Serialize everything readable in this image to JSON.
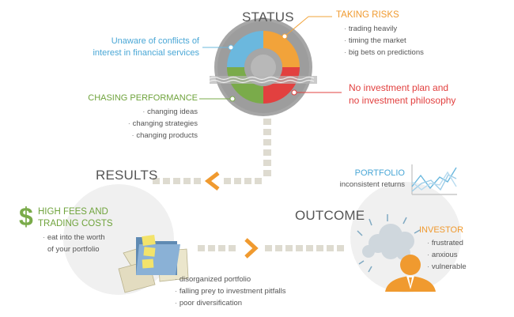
{
  "colors": {
    "blue": "#6bb8de",
    "orange": "#f2a33a",
    "red": "#e2403f",
    "green": "#7aab4a",
    "gray": "#a6a6a6",
    "dark_gray": "#8d8d8d",
    "circle_bg": "#f0f0f0",
    "dot_path": "#dedbd0",
    "arrow": "#f09a2f"
  },
  "status": {
    "title": "STATUS",
    "unaware": {
      "line1": "Unaware of conflicts of",
      "line2": "interest in financial services"
    },
    "taking_risks": {
      "heading": "TAKING RISKS",
      "items": [
        "trading heavily",
        "timing the market",
        "big bets on predictions"
      ]
    },
    "no_plan": {
      "line1": "No investment plan and",
      "line2": "no investment philosophy"
    },
    "chasing": {
      "heading": "CHASING PERFORMANCE",
      "items": [
        "changing ideas",
        "changing strategies",
        "changing products"
      ]
    }
  },
  "results": {
    "title": "RESULTS",
    "dollar": "$",
    "fees": {
      "line1": "HIGH FEES AND",
      "line2": "TRADING COSTS",
      "sub1": "eat into the worth",
      "sub2": "of your portfolio"
    },
    "items": [
      "disorganized portfolio",
      "falling prey to investment pitfalls",
      "poor diversification"
    ]
  },
  "outcome": {
    "title": "OUTCOME",
    "portfolio": {
      "heading": "PORTFOLIO",
      "sub": "inconsistent returns"
    },
    "investor": {
      "heading": "INVESTOR",
      "items": [
        "frustrated",
        "anxious",
        "vulnerable"
      ]
    }
  },
  "icons": [
    "ring-donut-icon",
    "chevron-left-icon",
    "chevron-right-icon",
    "dollar-icon",
    "folder-icon",
    "line-chart-icon",
    "storm-cloud-icon",
    "person-icon"
  ]
}
